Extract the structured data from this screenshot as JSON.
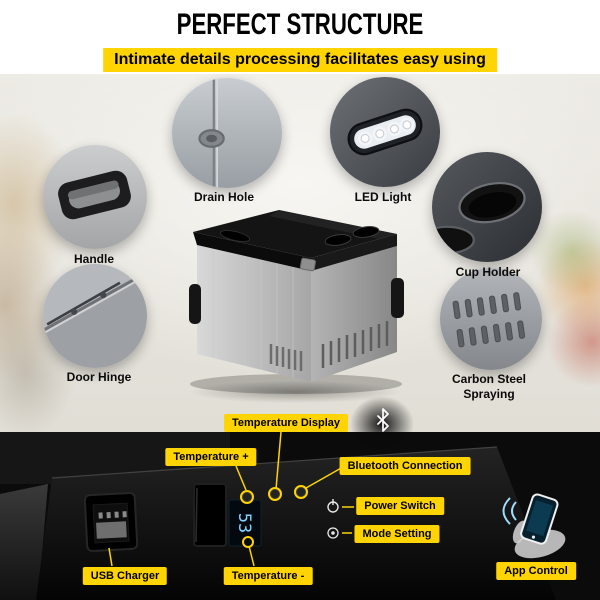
{
  "header": {
    "title": "PERFECT STRUCTURE",
    "subtitle": "Intimate details processing facilitates easy using"
  },
  "features": {
    "drain_hole": {
      "label": "Drain Hole"
    },
    "led_light": {
      "label": "LED Light"
    },
    "handle": {
      "label": "Handle"
    },
    "cup_holder": {
      "label": "Cup Holder"
    },
    "door_hinge": {
      "label": "Door Hinge"
    },
    "carbon_steel": {
      "label": "Carbon Steel Spraying"
    }
  },
  "panel": {
    "labels": {
      "temperature_display": "Temperature Display",
      "temperature_plus": "Temperature +",
      "bluetooth_connection": "Bluetooth Connection",
      "power_switch": "Power Switch",
      "mode_setting": "Mode Setting",
      "usb_charger": "USB Charger",
      "temperature_minus": "Temperature -",
      "app_control": "App Control"
    },
    "display_value": "53"
  },
  "colors": {
    "accent_yellow": "#ffd400",
    "text_black": "#000000",
    "display_blue": "#7fd6ff",
    "panel_black": "#0a0a0a"
  },
  "icons": {
    "bluetooth": "bluetooth-icon",
    "power": "power-switch-icon",
    "mode": "mode-setting-icon",
    "smartphone": "smartphone-icon"
  }
}
